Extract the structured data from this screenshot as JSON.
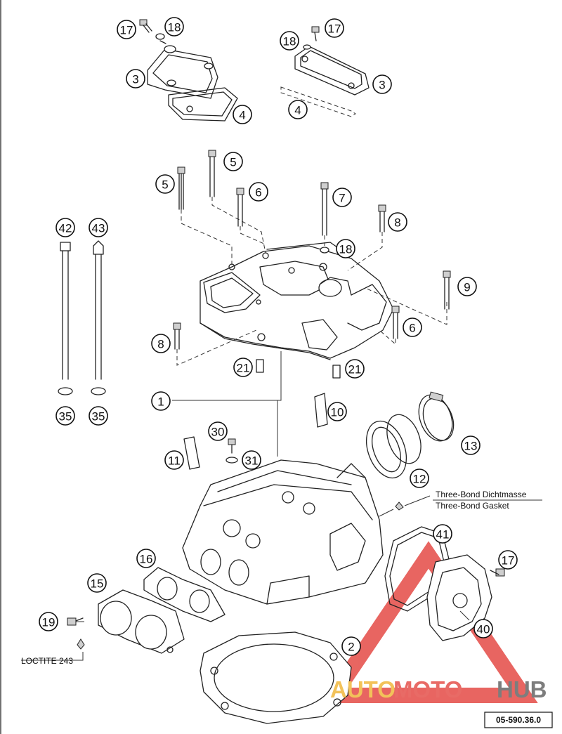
{
  "callouts": [
    "17",
    "18",
    "3",
    "4",
    "17",
    "18",
    "3",
    "4",
    "5",
    "5",
    "6",
    "7",
    "8",
    "18",
    "9",
    "42",
    "43",
    "8",
    "6",
    "21",
    "21",
    "1",
    "10",
    "35",
    "35",
    "30",
    "31",
    "11",
    "13",
    "12",
    "41",
    "16",
    "15",
    "17",
    "19",
    "40",
    "2"
  ],
  "notes": {
    "sealant_de": "Three-Bond Dichtmasse",
    "sealant_en": "Three-Bond Gasket",
    "loctite": "LOCTITE 243"
  },
  "diagram_code": "05-590.36.0",
  "watermark": {
    "part_a": "AUTO",
    "part_b": "MOTO",
    "part_c": "HUB",
    "color_a": "#f2c25a",
    "color_b": "#e86b66",
    "color_c": "#7d7d7d",
    "triangle_color": "#e23b35"
  }
}
